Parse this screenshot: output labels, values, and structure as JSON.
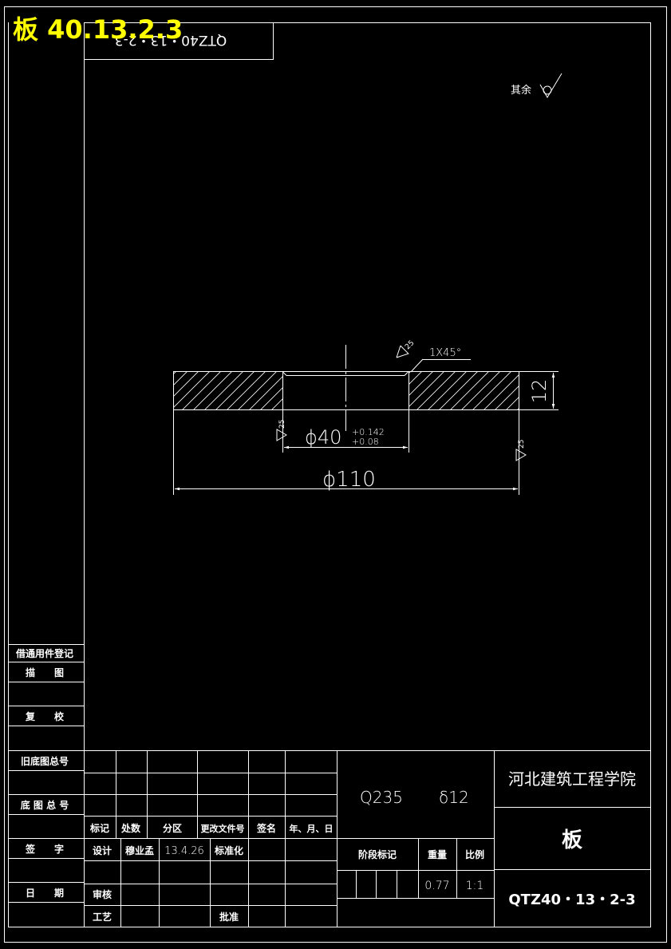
{
  "header_overlay": "板 40.13.2.3",
  "mirrored_code": "QTZ40・13・2-3",
  "roughness_note": {
    "label": "其余"
  },
  "drawing": {
    "chamfer": "1X45°",
    "roughness_chamfer": "25",
    "thickness": "12",
    "inner_diameter": "ϕ40",
    "tol_upper": "+0.142",
    "tol_lower": "+0.08",
    "roughness_bore": "25",
    "roughness_outer": "25",
    "outer_diameter": "ϕ110"
  },
  "left_column": {
    "borrow": "借通用件登记",
    "trace": "描　　图",
    "check": "复　　校",
    "old_base": "旧底图总号",
    "base_total": "底 图 总 号",
    "sign": "签　　字",
    "date": "日　　期"
  },
  "title_block": {
    "h_mark": "标记",
    "h_count": "处数",
    "h_zone": "分区",
    "h_change": "更改文件号",
    "h_sign": "签名",
    "h_date": "年、月、日",
    "design": "设计",
    "designer": "穆业孟",
    "design_date": "13.4.26",
    "standard": "标准化",
    "review": "审核",
    "process": "工艺",
    "approve": "批准",
    "material": "Q235",
    "thickness_spec": "δ12",
    "stage": "阶段标记",
    "weight_label": "重量",
    "scale_label": "比例",
    "weight": "0.77",
    "scale": "1:1",
    "school": "河北建筑工程学院",
    "part_name": "板",
    "drawing_no": "QTZ40・13・2-3"
  },
  "colors": {
    "background": "#000000",
    "lines": "#ffffff",
    "overlay": "#ffff00"
  }
}
